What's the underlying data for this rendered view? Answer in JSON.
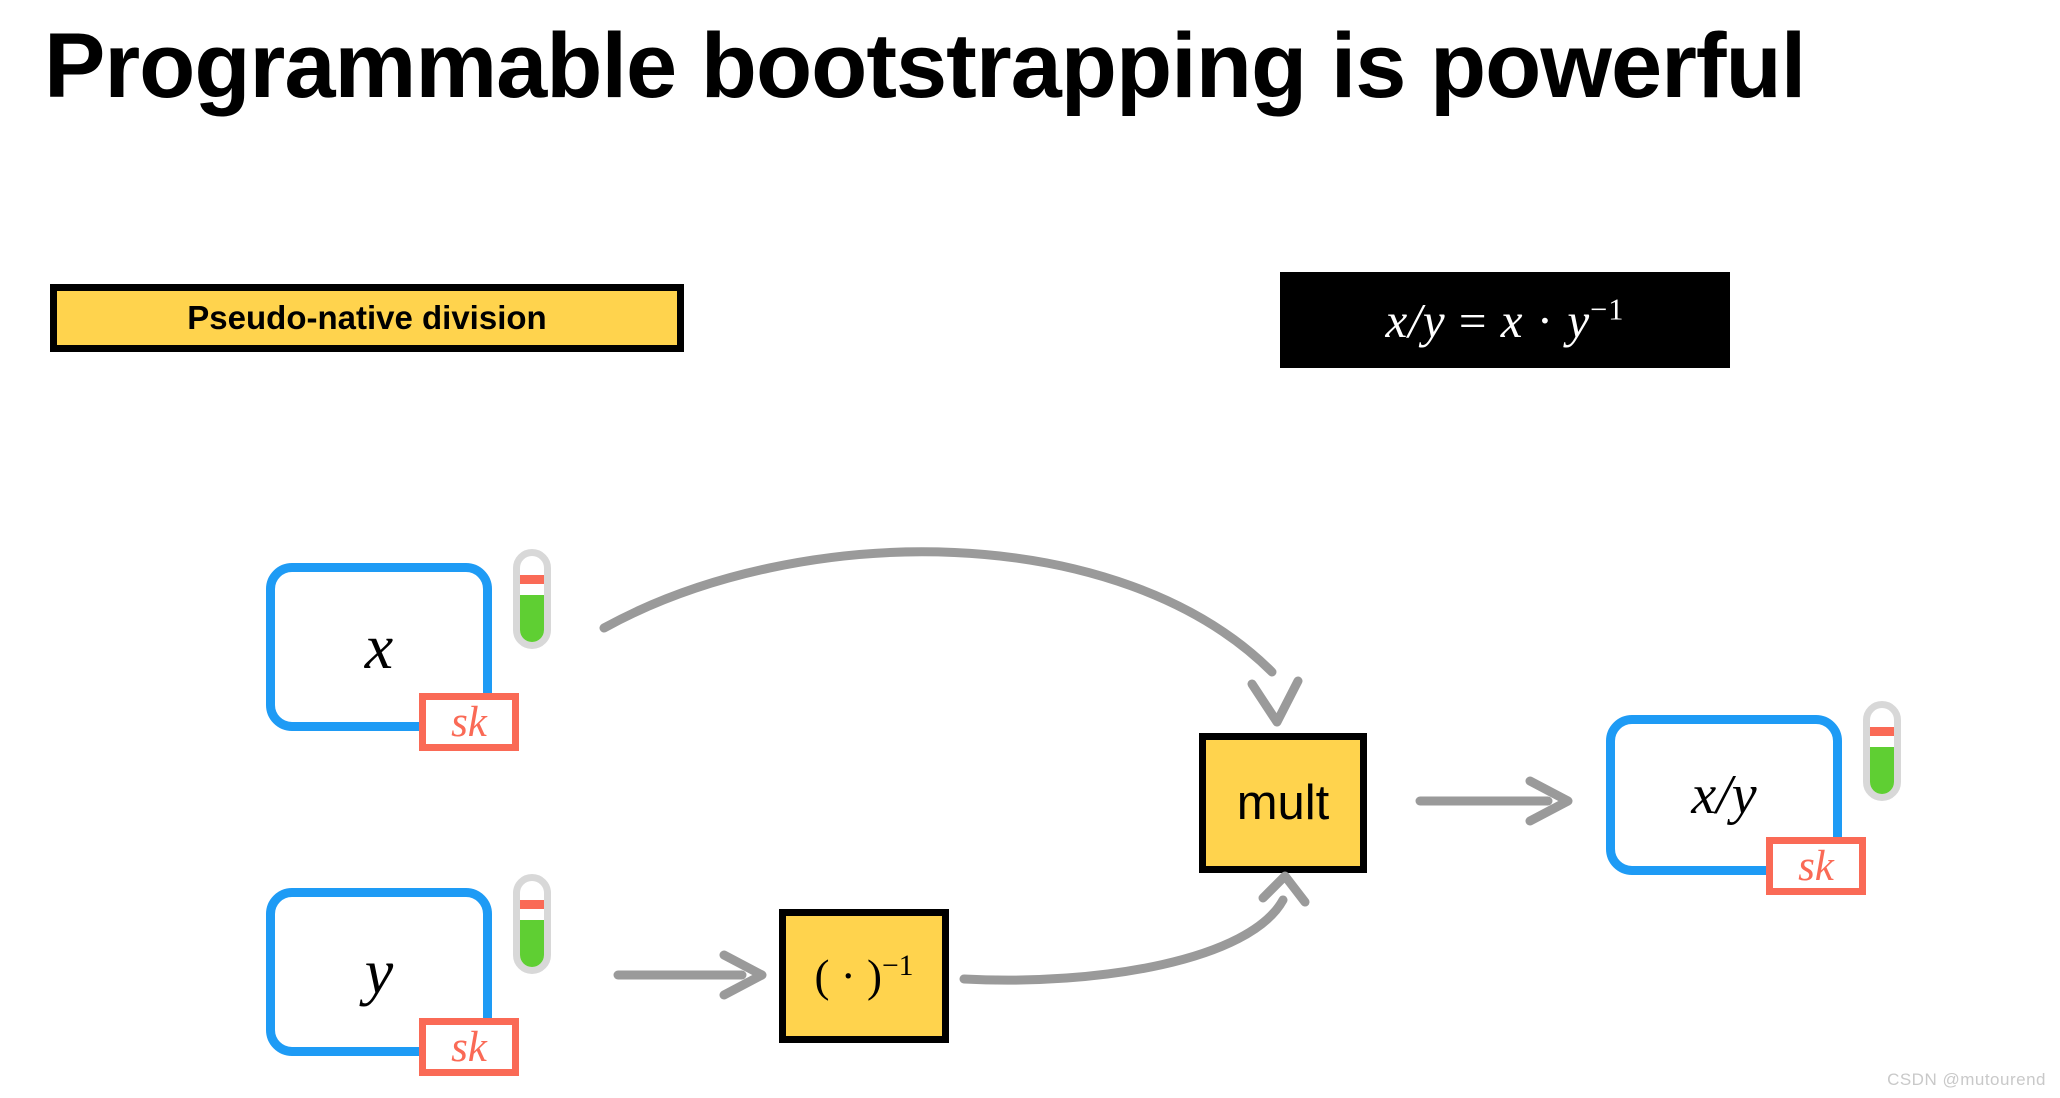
{
  "slide": {
    "title": "Programmable bootstrapping is powerful",
    "watermark": "CSDN @mutourend",
    "background_color": "#ffffff"
  },
  "caption": {
    "label": "Pseudo-native division",
    "fill_color": "#FFD34D",
    "border_color": "#000000"
  },
  "formula": {
    "lhs": "x/y",
    "equals": "=",
    "rhs_base": "x",
    "dot": "·",
    "rhs_var": "y",
    "rhs_exponent": "−1",
    "full_text": "x/y = x · y−1",
    "box_color": "#000000",
    "text_color": "#ffffff"
  },
  "diagram": {
    "ciphertexts": [
      {
        "id": "input-x",
        "value": "x",
        "key_label": "sk",
        "noise_level_percent": 55,
        "frame_color": "#1E9BF5",
        "key_color": "#FA6A56"
      },
      {
        "id": "input-y",
        "value": "y",
        "key_label": "sk",
        "noise_level_percent": 55,
        "frame_color": "#1E9BF5",
        "key_color": "#FA6A56"
      },
      {
        "id": "output-xy",
        "value": "x/y",
        "key_label": "sk",
        "noise_level_percent": 55,
        "frame_color": "#1E9BF5",
        "key_color": "#FA6A56"
      }
    ],
    "operations": [
      {
        "id": "mult",
        "label": "mult",
        "fill_color": "#FFD34D",
        "border_color": "#000000"
      },
      {
        "id": "inverse",
        "label_prefix": "( · )",
        "label_exponent": "−1",
        "label": "( · )−1",
        "fill_color": "#FFD34D",
        "border_color": "#000000"
      }
    ],
    "arrows": [
      {
        "id": "x-to-mult",
        "from": "input-x",
        "to": "mult",
        "style": "curved",
        "color": "#9A9A9A"
      },
      {
        "id": "y-to-inverse",
        "from": "input-y",
        "to": "inverse",
        "style": "straight",
        "color": "#9A9A9A"
      },
      {
        "id": "inverse-to-mult",
        "from": "inverse",
        "to": "mult",
        "style": "curved",
        "color": "#9A9A9A"
      },
      {
        "id": "mult-to-output",
        "from": "mult",
        "to": "output-xy",
        "style": "straight",
        "color": "#9A9A9A"
      }
    ]
  }
}
